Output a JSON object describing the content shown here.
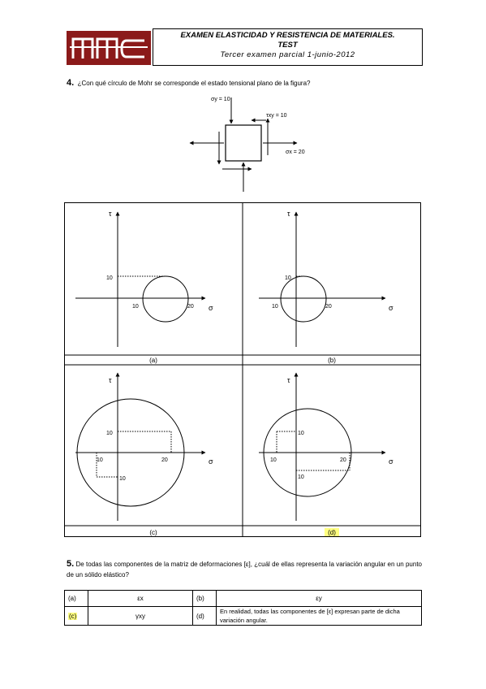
{
  "header": {
    "line1": "EXAMEN ELASTICIDAD Y RESISTENCIA DE MATERIALES.",
    "line2": "TEST",
    "line3": "Tercer examen parcial  1-junio-2012"
  },
  "logo": {
    "name": "university-logo",
    "color": "#8b1a1a"
  },
  "q4": {
    "number": "4.",
    "text": "¿Con qué círculo de Mohr se corresponde el estado tensional plano de la figura?",
    "figure": {
      "sigma_y": "σy = 10",
      "tau_xy": "τxy = 10",
      "sigma_x": "σx = 20"
    },
    "options": [
      {
        "label": "(a)",
        "tau_axis": "τ",
        "sigma_axis": "σ",
        "ticks": [
          "10",
          "10",
          "20"
        ]
      },
      {
        "label": "(b)",
        "tau_axis": "τ",
        "sigma_axis": "σ",
        "ticks": [
          "10",
          "10",
          "20"
        ]
      },
      {
        "label": "(c)",
        "tau_axis": "τ",
        "sigma_axis": "σ",
        "ticks": [
          "10",
          "10",
          "20",
          "10"
        ]
      },
      {
        "label": "(d)",
        "tau_axis": "τ",
        "sigma_axis": "σ",
        "ticks": [
          "10",
          "10",
          "20",
          "10"
        ],
        "highlighted": true
      }
    ]
  },
  "q5": {
    "number": "5.",
    "text": "De todas las componentes de la matriz de deformaciones [ε], ¿cuál de ellas representa la variación angular en un punto de un sólido elástico?",
    "answers": [
      {
        "label": "(a)",
        "value": "εx"
      },
      {
        "label": "(b)",
        "value": "εy"
      },
      {
        "label": "(c)",
        "value": "γxy",
        "highlighted": true
      },
      {
        "label": "(d)",
        "value": "En realidad, todas las componentes de [ε] expresan parte de dicha variación angular."
      }
    ]
  },
  "colors": {
    "highlight": "#ffff80"
  }
}
